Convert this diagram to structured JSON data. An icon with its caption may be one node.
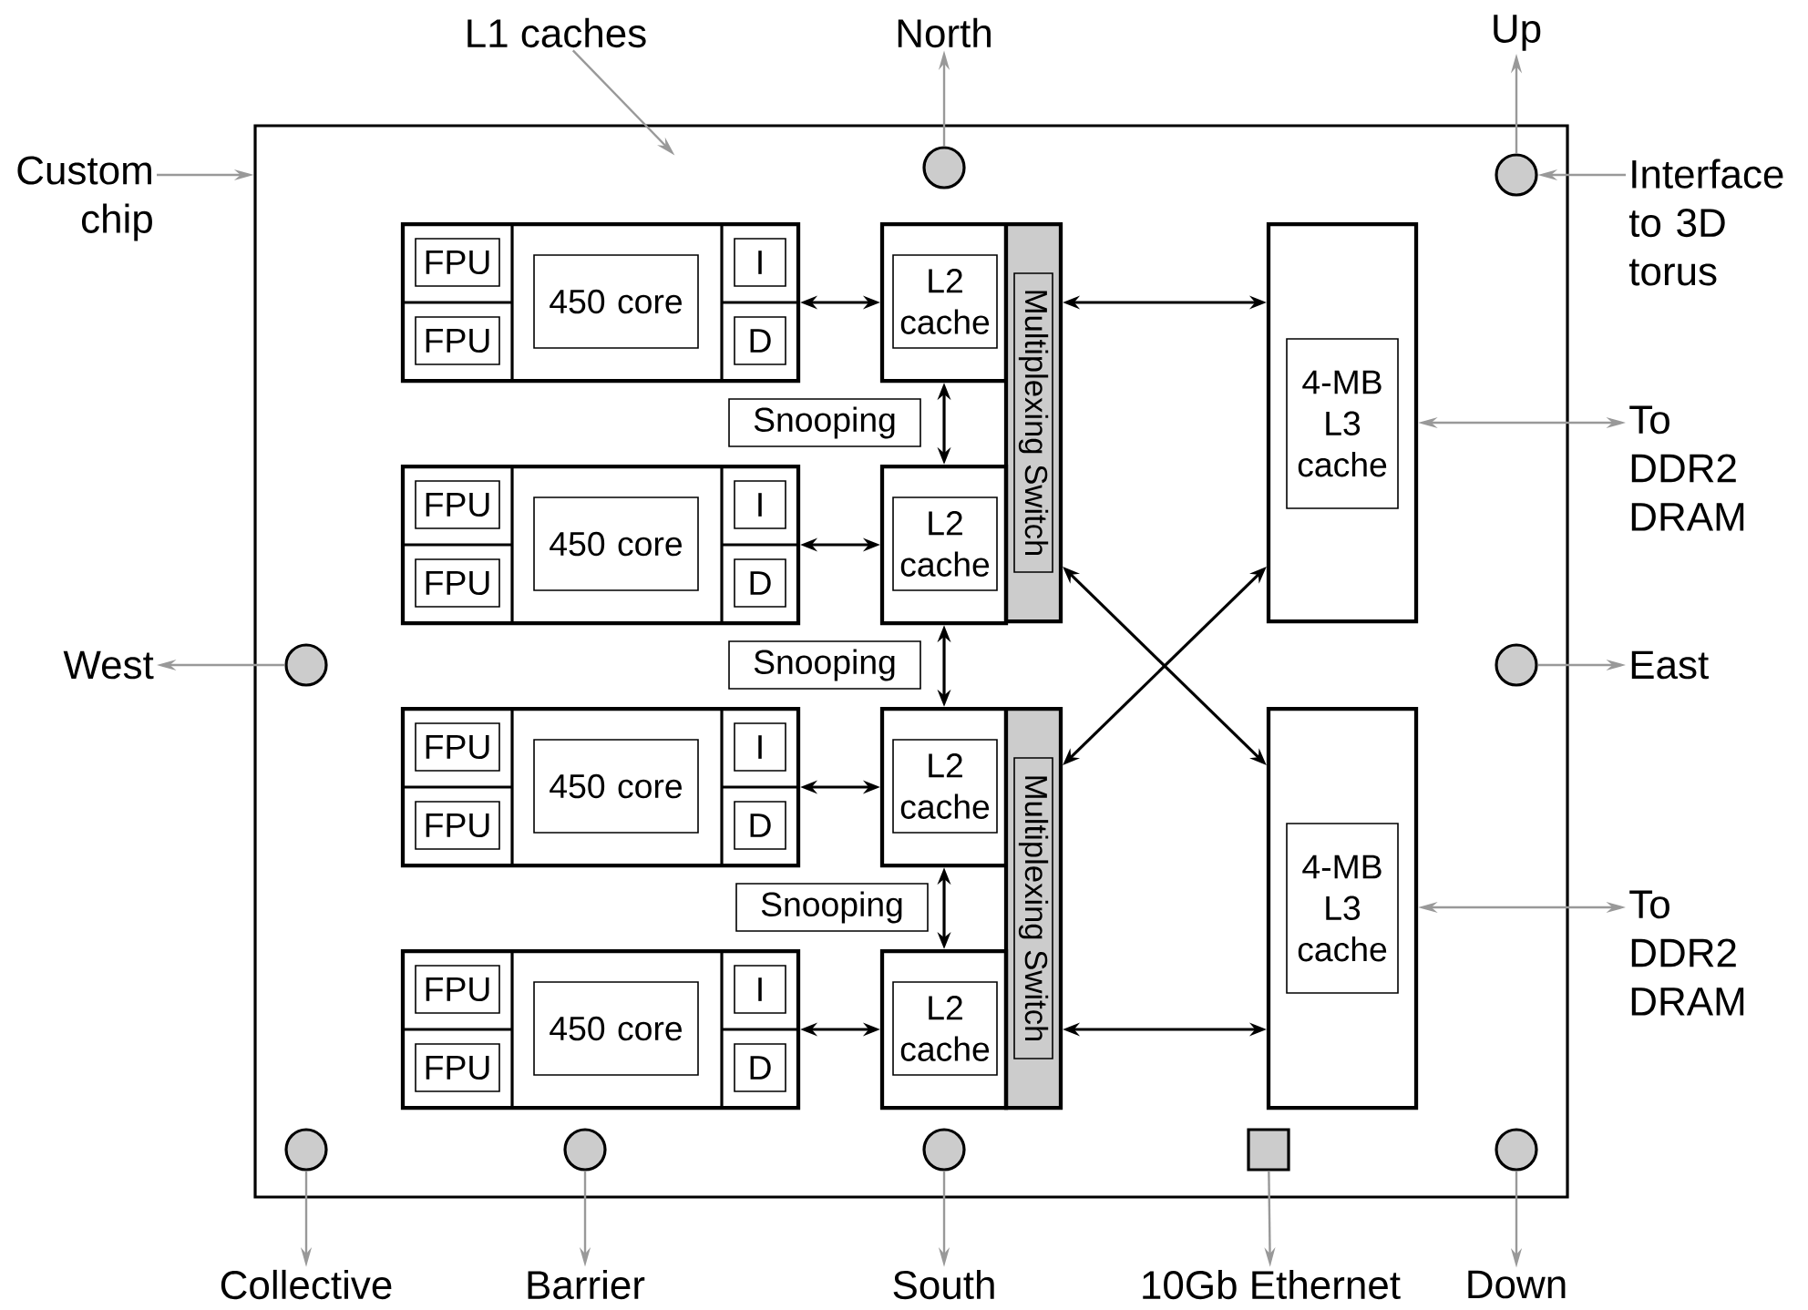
{
  "diagram": {
    "nodes": [
      {
        "text": [
          "L1 caches"
        ]
      },
      {
        "text": [
          "North"
        ]
      },
      {
        "text": [
          "Up"
        ]
      },
      {
        "text": [
          "Custom chip"
        ]
      },
      {
        "text": [],
        "shape": "box"
      },
      {
        "text": [
          "Interface to 3D torus"
        ]
      },
      {
        "text": [],
        "shape": "circle",
        "in": 4
      },
      {
        "text": [],
        "shape": "circle",
        "in": 4
      },
      {
        "text": [],
        "shape": "box",
        "in": 4
      },
      {
        "text": [
          "FPU"
        ],
        "in": 8
      },
      {
        "text": [
          "FPU"
        ],
        "in": 8
      },
      {
        "text": [
          "450 core"
        ],
        "in": 8
      },
      {
        "text": [
          "I"
        ],
        "in": 8
      },
      {
        "text": [
          "D"
        ],
        "in": 8
      },
      {
        "text": [],
        "shape": "box",
        "in": 4
      },
      {
        "text": [
          "L2 cache"
        ],
        "in": 14
      },
      {
        "text": [
          "Multiplexing Switch"
        ],
        "in": 4
      },
      {
        "text": [],
        "shape": "box",
        "in": 4
      },
      {
        "text": [
          "4-MB L3 cache"
        ],
        "in": 17
      },
      {
        "text": [
          "To DDR2 DRAM"
        ]
      },
      {
        "text": [
          "Snooping"
        ],
        "in": 4
      },
      {
        "text": [],
        "shape": "box",
        "in": 4
      },
      {
        "text": [
          "FPU"
        ],
        "in": 21
      },
      {
        "text": [
          "FPU"
        ],
        "in": 21
      },
      {
        "text": [
          "450 core"
        ],
        "in": 21
      },
      {
        "text": [
          "I"
        ],
        "in": 21
      },
      {
        "text": [
          "D"
        ],
        "in": 21
      },
      {
        "text": [],
        "shape": "box",
        "in": 4
      },
      {
        "text": [
          "L2 cache"
        ],
        "in": 27
      },
      {
        "text": [
          "West"
        ]
      },
      {
        "text": [],
        "shape": "circle",
        "in": 4
      },
      {
        "text": [
          "Snooping"
        ],
        "in": 4
      },
      {
        "text": [],
        "shape": "circle",
        "in": 4
      },
      {
        "text": [
          "East"
        ]
      },
      {
        "text": [],
        "shape": "box",
        "in": 4
      },
      {
        "text": [
          "FPU"
        ],
        "in": 34
      },
      {
        "text": [
          "FPU"
        ],
        "in": 34
      },
      {
        "text": [
          "450 core"
        ],
        "in": 34
      },
      {
        "text": [
          "I"
        ],
        "in": 34
      },
      {
        "text": [
          "D"
        ],
        "in": 34
      },
      {
        "text": [],
        "shape": "box",
        "in": 4
      },
      {
        "text": [
          "L2 cache"
        ],
        "in": 40
      },
      {
        "text": [
          "Multiplexing Switch"
        ],
        "in": 4
      },
      {
        "text": [],
        "shape": "box",
        "in": 4
      },
      {
        "text": [
          "4-MB L3 cache"
        ],
        "in": 43
      },
      {
        "text": [
          "To DDR2 DRAM"
        ]
      },
      {
        "text": [
          "Snooping"
        ],
        "in": 4
      },
      {
        "text": [],
        "shape": "box",
        "in": 4
      },
      {
        "text": [
          "FPU"
        ],
        "in": 47
      },
      {
        "text": [
          "FPU"
        ],
        "in": 47
      },
      {
        "text": [
          "450 core"
        ],
        "in": 47
      },
      {
        "text": [
          "I"
        ],
        "in": 47
      },
      {
        "text": [
          "D"
        ],
        "in": 47
      },
      {
        "text": [],
        "shape": "box",
        "in": 4
      },
      {
        "text": [
          "L2 cache"
        ],
        "in": 53
      },
      {
        "text": [],
        "shape": "circle",
        "in": 4
      },
      {
        "text": [],
        "shape": "circle",
        "in": 4
      },
      {
        "text": [],
        "shape": "circle",
        "in": 4
      },
      {
        "text": [],
        "shape": "box",
        "in": 4
      },
      {
        "text": [],
        "shape": "circle",
        "in": 4
      },
      {
        "text": [
          "Collective"
        ]
      },
      {
        "text": [
          "Barrier"
        ]
      },
      {
        "text": [
          "South"
        ]
      },
      {
        "text": [
          "10Gb Ethernet"
        ]
      },
      {
        "text": [
          "Down"
        ]
      }
    ],
    "edges": [
      {
        "from": 0,
        "to": 4,
        "arrow": "to"
      },
      {
        "from": 6,
        "to": 1,
        "arrow": "to"
      },
      {
        "from": 7,
        "to": 2,
        "arrow": "to"
      },
      {
        "from": 3,
        "to": 4,
        "arrow": "to"
      },
      {
        "from": 5,
        "to": 7,
        "arrow": "to"
      },
      {
        "from": 8,
        "to": 14,
        "arrow": "both",
        "color": "#000000"
      },
      {
        "from": 16,
        "to": 17,
        "arrow": "both",
        "color": "#000000"
      },
      {
        "from": 17,
        "to": 19,
        "arrow": "both"
      },
      {
        "from": 14,
        "to": 27,
        "arrow": "both",
        "color": "#000000"
      },
      {
        "from": 21,
        "to": 27,
        "arrow": "both",
        "color": "#000000"
      },
      {
        "from": 30,
        "to": 29,
        "arrow": "to"
      },
      {
        "from": 32,
        "to": 33,
        "arrow": "to"
      },
      {
        "from": 27,
        "to": 40,
        "arrow": "both",
        "color": "#000000"
      },
      {
        "from": 16,
        "to": 43,
        "arrow": "both",
        "color": "#000000"
      },
      {
        "from": 17,
        "to": 42,
        "arrow": "both",
        "color": "#000000"
      },
      {
        "from": 34,
        "to": 40,
        "arrow": "both",
        "color": "#000000"
      },
      {
        "from": 42,
        "to": 43,
        "arrow": "both",
        "color": "#000000"
      },
      {
        "from": 43,
        "to": 45,
        "arrow": "both"
      },
      {
        "from": 40,
        "to": 53,
        "arrow": "both",
        "color": "#000000"
      },
      {
        "from": 47,
        "to": 53,
        "arrow": "both",
        "color": "#000000"
      },
      {
        "from": 55,
        "to": 60,
        "arrow": "to"
      },
      {
        "from": 56,
        "to": 61,
        "arrow": "to"
      },
      {
        "from": 57,
        "to": 62,
        "arrow": "to"
      },
      {
        "from": 58,
        "to": 63,
        "arrow": "to"
      },
      {
        "from": 59,
        "to": 64,
        "arrow": "to"
      }
    ]
  }
}
